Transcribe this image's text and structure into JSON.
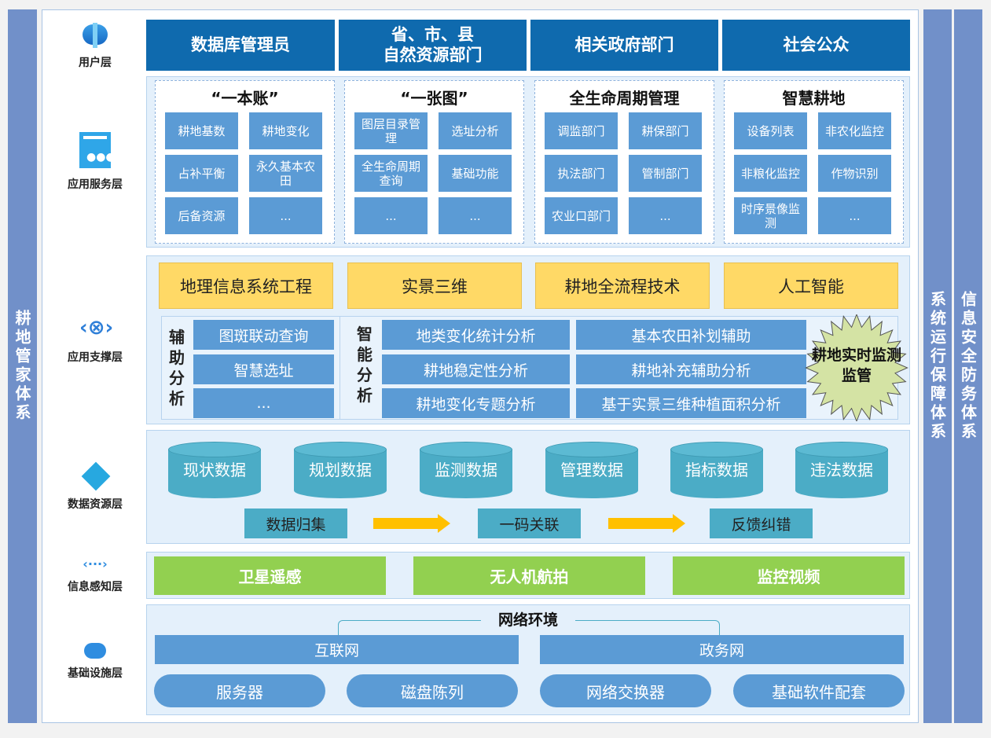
{
  "side": {
    "left": "耕地管家体系",
    "right1": "系统运行保障体系",
    "right2": "信息安全防务体系"
  },
  "layers": [
    "用户层",
    "应用服务层",
    "应用支撑层",
    "数据资源层",
    "信息感知层",
    "基础设施层"
  ],
  "users": [
    "数据库管理员",
    "省、市、县\n自然资源部门",
    "相关政府部门",
    "社会公众"
  ],
  "app_groups": [
    {
      "title": "“一本账”",
      "items": [
        "耕地基数",
        "耕地变化",
        "占补平衡",
        "永久基本农田",
        "后备资源",
        "..."
      ]
    },
    {
      "title": "“一张图”",
      "items": [
        "图层目录管理",
        "选址分析",
        "全生命周期查询",
        "基础功能",
        "...",
        "..."
      ]
    },
    {
      "title": "全生命周期管理",
      "items": [
        "调监部门",
        "耕保部门",
        "执法部门",
        "管制部门",
        "农业口部门",
        "..."
      ]
    },
    {
      "title": "智慧耕地",
      "items": [
        "设备列表",
        "非农化监控",
        "非粮化监控",
        "作物识别",
        "时序景像监测",
        "..."
      ]
    }
  ],
  "support": {
    "tech": [
      "地理信息系统工程",
      "实景三维",
      "耕地全流程技术",
      "人工智能"
    ],
    "aux_label": "辅助分析",
    "aux": [
      "图斑联动查询",
      "智慧选址",
      "..."
    ],
    "smart_label": "智能分析",
    "smart_left": [
      "地类变化统计分析",
      "耕地稳定性分析",
      "耕地变化专题分析"
    ],
    "smart_right": [
      "基本农田补划辅助",
      "耕地补充辅助分析",
      "基于实景三维种植面积分析"
    ],
    "star": "耕地实时监测监管"
  },
  "data": {
    "dbs": [
      "现状数据",
      "规划数据",
      "监测数据",
      "管理数据",
      "指标数据",
      "违法数据"
    ],
    "flow": [
      "数据归集",
      "一码关联",
      "反馈纠错"
    ]
  },
  "sensing": [
    "卫星遥感",
    "无人机航拍",
    "监控视频"
  ],
  "infra": {
    "title": "网络环境",
    "nets": [
      "互联网",
      "政务网"
    ],
    "items": [
      "服务器",
      "磁盘陈列",
      "网络交换器",
      "基础软件配套"
    ]
  }
}
